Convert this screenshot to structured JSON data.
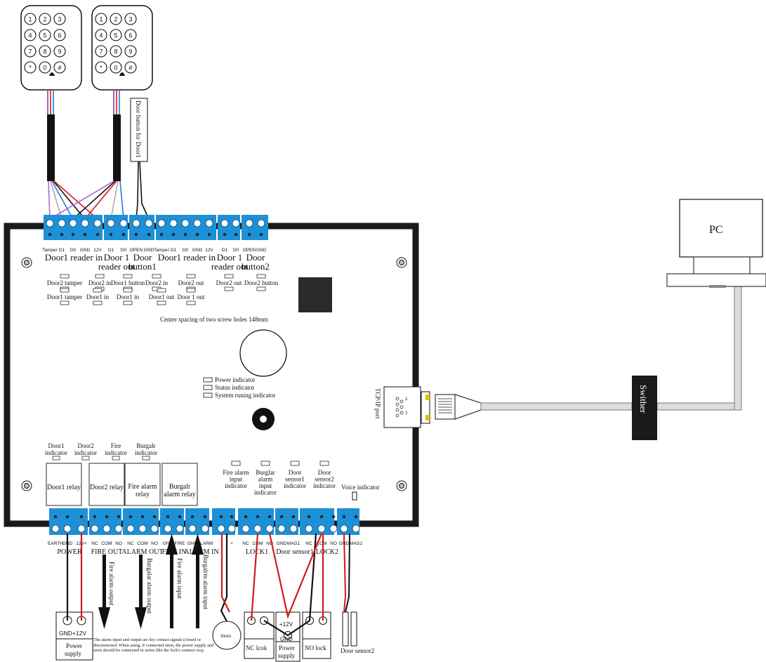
{
  "keypad": {
    "keys": [
      "1",
      "2",
      "3",
      "4",
      "5",
      "6",
      "7",
      "8",
      "9",
      "*",
      "0",
      "#"
    ]
  },
  "labels": {
    "door_button_for_door1": "Door button for Door1",
    "pc": "PC",
    "swither": "Swither",
    "tcpip_port": "TCP/IP port",
    "port_pin1": "1",
    "port_pin7": "7",
    "center_spacing": "Center spacing of two screw holes 148mm",
    "power_indicator": "Power indicator",
    "status_indicator": "Status indicator",
    "system_running_indicator": "System runing indicator",
    "voice_indicator": "Voice indicator",
    "note": "The alarm input and output are dry contact signals (closed or disconnected. When using, if connected siren, the power supply and siren should be connected in series like the lock's connect way.",
    "siren": "Siren"
  },
  "top_terminals": {
    "pins": [
      "Tamper",
      "D1",
      "D0",
      "GND",
      "12V",
      "D1",
      "D0",
      "OPEN",
      "GND",
      "Tamper",
      "D1",
      "D0",
      "GND",
      "12V",
      "D1",
      "D0",
      "OPEN",
      "GND"
    ],
    "groups": [
      {
        "line1": "Door1 reader in",
        "line2": ""
      },
      {
        "line1": "Door 1",
        "line2": "reader out"
      },
      {
        "line1": "Door",
        "line2": "button1"
      },
      {
        "line1": "Door1 reader in",
        "line2": ""
      },
      {
        "line1": "Door 1",
        "line2": "reader out"
      },
      {
        "line1": "Door",
        "line2": "button2"
      }
    ]
  },
  "top_leds": [
    "Door2 tamper",
    "Door2 in",
    "Door1 button",
    "Door2 in",
    "Door2 out",
    "Door2 out",
    "Door2 button",
    "Door1 tamper",
    "Door1 in",
    "Door1 in",
    "Door1 out",
    "Door 1 out"
  ],
  "relay_indicators": [
    {
      "line1": "Door1",
      "line2": "indicator"
    },
    {
      "line1": "Door2",
      "line2": "indicator"
    },
    {
      "line1": "Fire",
      "line2": "indicator"
    },
    {
      "line1": "Burgalr",
      "line2": "indicator"
    }
  ],
  "relays": [
    {
      "line1": "Door1 relay",
      "line2": ""
    },
    {
      "line1": "Door2 relay",
      "line2": ""
    },
    {
      "line1": "Fire alarm",
      "line2": "relay"
    },
    {
      "line1": "Burgalr",
      "line2": "alarm  relay"
    }
  ],
  "input_indicators": [
    {
      "lines": [
        "Fire alarm",
        "input",
        "indicator"
      ]
    },
    {
      "lines": [
        "Burglar",
        "alarm",
        "input",
        "indicator"
      ]
    },
    {
      "lines": [
        "Door",
        "sensor1",
        "indicator"
      ]
    },
    {
      "lines": [
        "Door",
        "sensor2",
        "indicator"
      ]
    }
  ],
  "bottom_terminals": {
    "pins": [
      "EARTH",
      "GND",
      "12V+",
      "NC",
      "COM",
      "NO",
      "NC",
      "COM",
      "NO",
      "GND",
      "FIRE",
      "GND",
      "ALARM",
      "-",
      "+",
      "NC",
      "COM",
      "NO",
      "GND",
      "MAG1",
      "NC",
      "COM",
      "NO",
      "GND",
      "MAG2"
    ],
    "groups": [
      "POWER",
      "FIRE OUT",
      "ALARM OUT",
      "FIRE IN",
      "ALARM IN",
      "LOCK1",
      "Door sensor1",
      "LOCK2"
    ]
  },
  "bottom_devices": {
    "psu_left_label": "GND+12V",
    "psu_left_caption": [
      "Power",
      "supply"
    ],
    "fire_alarm_output": "Fire alarm output",
    "burglar_alarm_output": "Burgalar alarm output",
    "fire_alarm_input": "Fire alarm input",
    "burglar_alarm_input": "Burgalrm alarm input",
    "nc_lock": "NC lcok",
    "psu_mid_top": "+12V",
    "psu_mid_bottom": "GND",
    "psu_mid_caption": [
      "Power",
      "supply"
    ],
    "no_lock": "NO lock",
    "door_sensor2": "Door sensor2"
  },
  "colors": {
    "terminal": "#1e90d6",
    "wire_red": "#d21a1a",
    "wire_black": "#111111",
    "board": "#1a1a1a"
  }
}
